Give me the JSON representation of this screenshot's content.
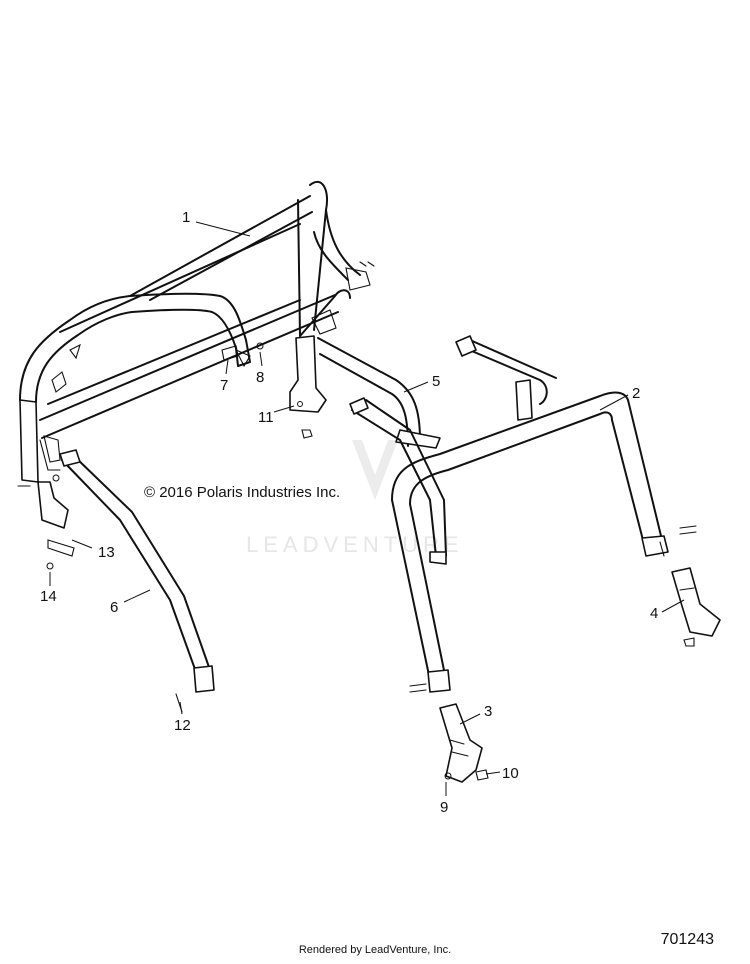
{
  "copyright": "© 2016 Polaris Industries Inc.",
  "watermark": "LEADVENTURE",
  "footer": "Rendered by LeadVenture, Inc.",
  "diagram_id": "701243",
  "callouts": {
    "c1": "1",
    "c2": "2",
    "c3": "3",
    "c4": "4",
    "c5": "5",
    "c6": "6",
    "c7": "7",
    "c8": "8",
    "c9": "9",
    "c10": "10",
    "c11": "11",
    "c12": "12",
    "c13": "13",
    "c14": "14"
  }
}
